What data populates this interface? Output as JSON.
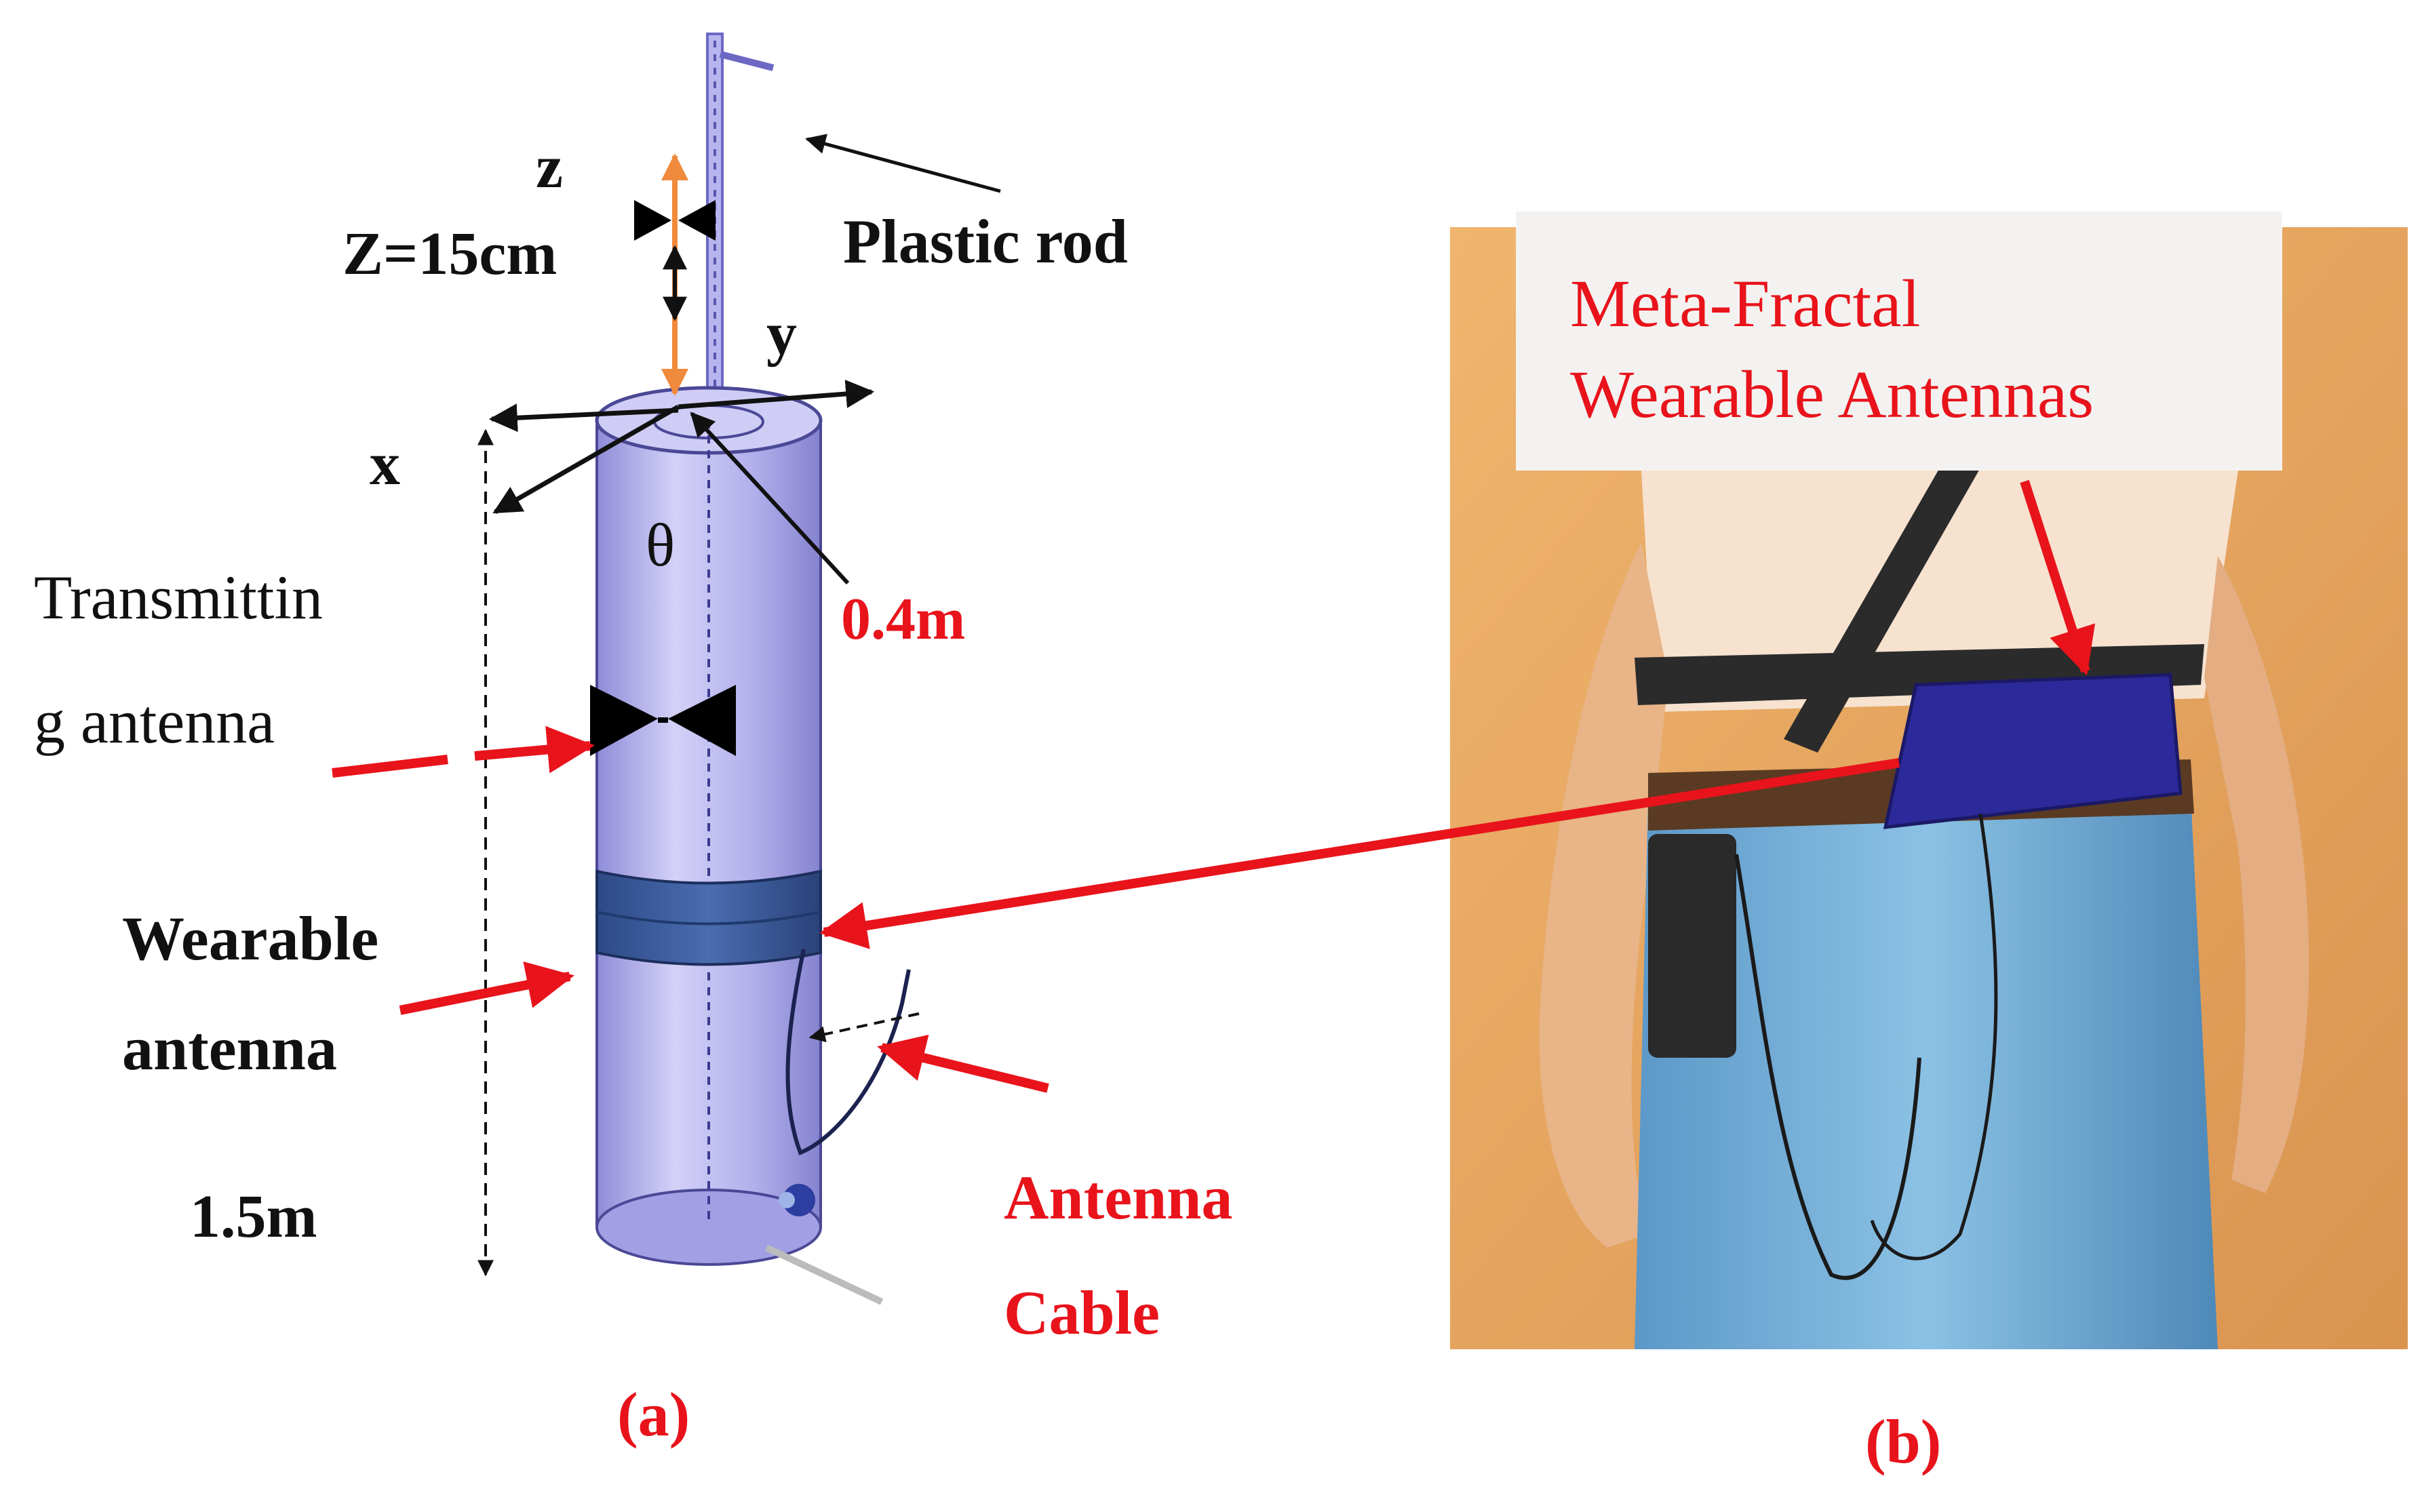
{
  "panel_a": {
    "axis_z": "z",
    "height_label": "Z=15cm",
    "plastic_rod": "Plastic rod",
    "axis_y": "y",
    "axis_x": "x",
    "theta": "θ",
    "transmitting_line1": "Transmittin",
    "transmitting_line2": "g antenna",
    "radius": "0.4m",
    "wearable_line1": "Wearable",
    "wearable_line2": "antenna",
    "cylinder_height": "1.5m",
    "cable_line1": "Antenna",
    "cable_line2": "Cable",
    "caption": "(a)"
  },
  "panel_b": {
    "antennas_line1": "Meta-Fractal",
    "antennas_line2": "Wearable Antennas",
    "caption": "(b)"
  },
  "colors": {
    "cylinder": "#b9b6ef",
    "band": "#3a5a9a",
    "label_red": "#e8131b",
    "photo_background": "#e2a567",
    "jeans": "#6aa7d4",
    "shirt": "#f6e2cf",
    "pouch": "#2c2a9a"
  }
}
